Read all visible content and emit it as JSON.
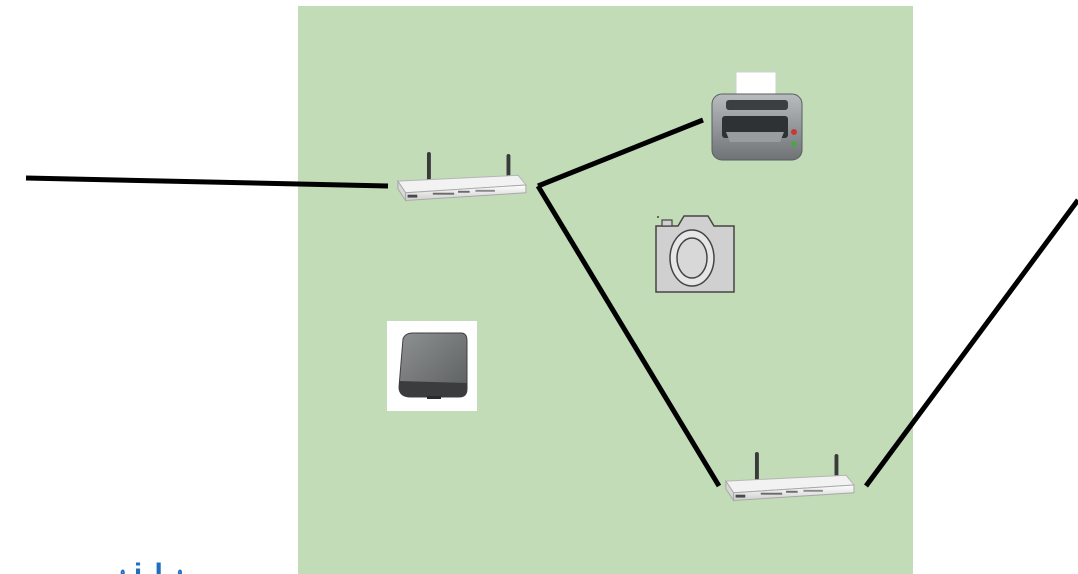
{
  "diagram": {
    "zone_color": "#c2dcb8",
    "link_color": "#000000",
    "devices": [
      {
        "id": "router-upper",
        "icon": "wireless-router-icon"
      },
      {
        "id": "router-lower",
        "icon": "wireless-router-icon"
      },
      {
        "id": "printer",
        "icon": "printer-icon"
      },
      {
        "id": "camera",
        "icon": "camera-icon"
      },
      {
        "id": "scanner",
        "icon": "flatbed-scanner-icon"
      }
    ],
    "links": [
      {
        "from": "external-left",
        "to": "router-upper"
      },
      {
        "from": "router-upper",
        "to": "printer"
      },
      {
        "from": "router-upper",
        "to": "router-lower"
      },
      {
        "from": "router-lower",
        "to": "external-right"
      }
    ]
  }
}
